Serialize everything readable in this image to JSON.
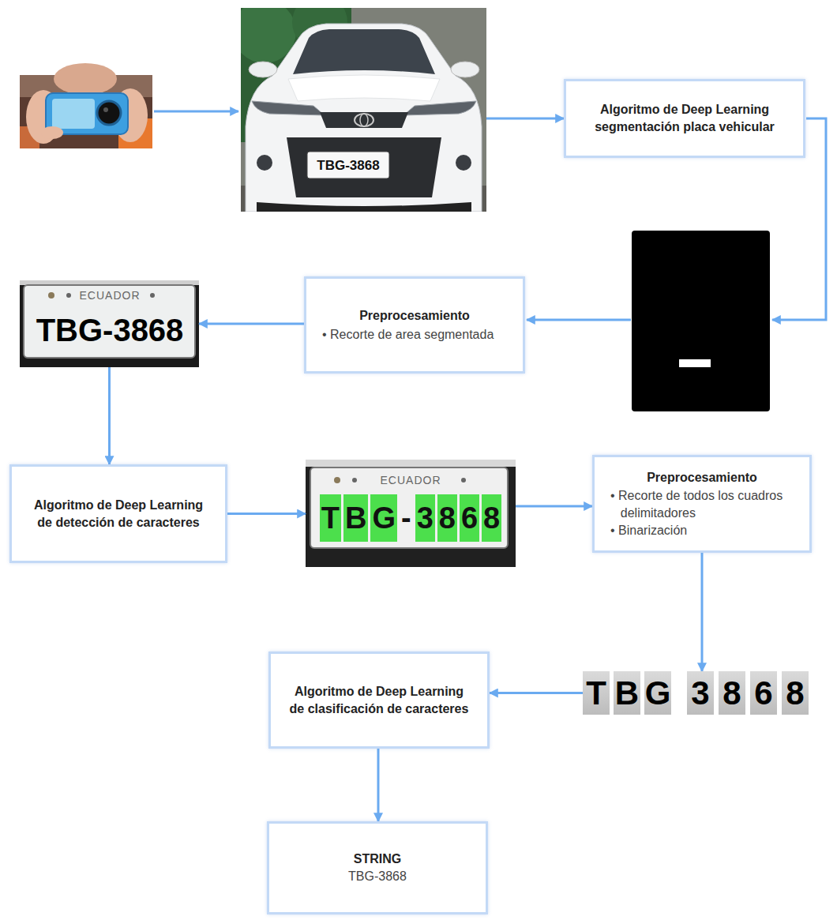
{
  "diagram": {
    "nodes": [
      {
        "text": [
          "TBG-3868"
        ]
      },
      {
        "text": [
          "Algoritmo de Deep Learning segmentación placa vehicular"
        ]
      },
      {
        "text": [
          "Preprocesamiento",
          "• Recorte de area segmentada"
        ]
      },
      {
        "text": [
          "ECUADOR",
          "TBG-3868"
        ]
      },
      {
        "text": [
          "Algoritmo de Deep Learning de detección de caracteres"
        ]
      },
      {
        "text": [
          "ECUADOR",
          "T",
          "B",
          "G",
          "-",
          "3",
          "8",
          "6",
          "8"
        ]
      },
      {
        "text": [
          "Preprocesamiento",
          "• Recorte de todos los cuadros delimitadores",
          "• Binarización"
        ]
      },
      {
        "text": [
          "T",
          "B",
          "G",
          "3",
          "8",
          "6",
          "8"
        ]
      },
      {
        "text": [
          "Algoritmo de Deep Learning de clasificación de caracteres"
        ]
      },
      {
        "text": [
          "STRING",
          "TBG-3868"
        ]
      }
    ],
    "edges": [
      {
        "from": 0,
        "to": 1,
        "arrow": "to"
      },
      {
        "from": 2,
        "to": 3,
        "arrow": "to"
      },
      {
        "from": 3,
        "to": 4,
        "arrow": "to"
      },
      {
        "from": 4,
        "to": 5,
        "arrow": "to"
      },
      {
        "from": 5,
        "to": 6,
        "arrow": "to"
      },
      {
        "from": 6,
        "to": 7,
        "arrow": "to"
      },
      {
        "from": 7,
        "to": 8,
        "arrow": "to"
      },
      {
        "from": 8,
        "to": 9,
        "arrow": "to"
      }
    ]
  }
}
